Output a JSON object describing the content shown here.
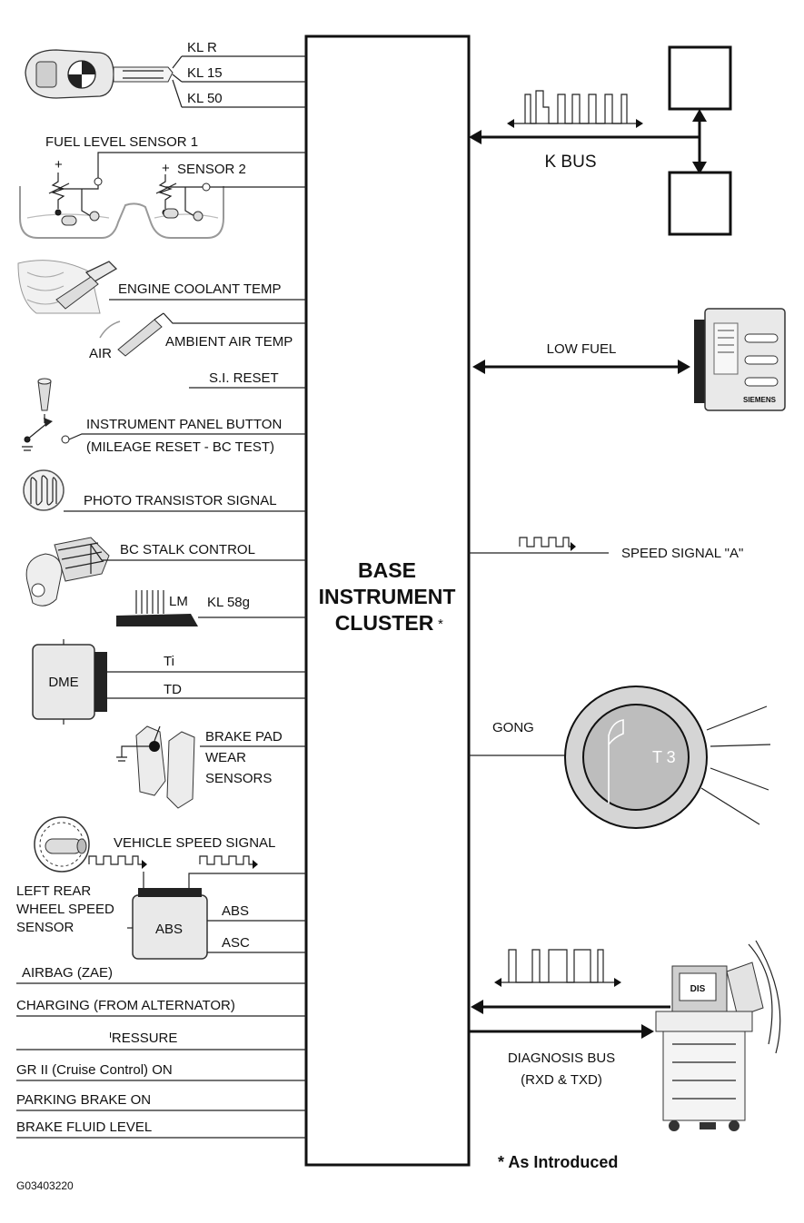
{
  "center_block": {
    "line1": "BASE",
    "line2": "INSTRUMENT",
    "line3": "CLUSTER",
    "mark": "*"
  },
  "inputs": {
    "kl_r": "KL R",
    "kl_15": "KL 15",
    "kl_50": "KL 50",
    "fuel_sensor_1": "FUEL LEVEL SENSOR 1",
    "sensor_2": "SENSOR 2",
    "coolant": "ENGINE COOLANT TEMP",
    "air": "AIR",
    "ambient": "AMBIENT AIR TEMP",
    "si_reset": "S.I. RESET",
    "panel_button": "INSTRUMENT PANEL BUTTON",
    "panel_button_sub": "(MILEAGE RESET - BC TEST)",
    "photo": "PHOTO TRANSISTOR SIGNAL",
    "bc_stalk": "BC STALK CONTROL",
    "lm": "LM",
    "kl58g": "KL 58g",
    "dme": "DME",
    "ti": "Ti",
    "td": "TD",
    "brake_pad_1": "BRAKE PAD",
    "brake_pad_2": "WEAR",
    "brake_pad_3": "SENSORS",
    "vehicle_speed": "VEHICLE SPEED SIGNAL",
    "left_rear_1": "LEFT REAR",
    "left_rear_2": "WHEEL SPEED",
    "left_rear_3": "SENSOR",
    "abs_box": "ABS",
    "abs_line": "ABS",
    "asc_line": "ASC",
    "airbag": "AIRBAG (ZAE)",
    "charging": "CHARGING (FROM ALTERNATOR)",
    "pressure": "ᑊRESSURE",
    "gr2": "GR II (Cruise Control) ON",
    "parking": "PARKING BRAKE ON",
    "brake_fluid": "BRAKE FLUID LEVEL"
  },
  "outputs": {
    "k_bus": "K BUS",
    "low_fuel": "LOW FUEL",
    "siemens": "SIEMENS",
    "speed_signal": "SPEED SIGNAL \"A\"",
    "gong": "GONG",
    "t3": "T 3",
    "diag_1": "DIAGNOSIS BUS",
    "diag_2": "(RXD & TXD)",
    "dis": "DIS"
  },
  "footnote": "* As Introduced",
  "figure_id": "G03403220"
}
